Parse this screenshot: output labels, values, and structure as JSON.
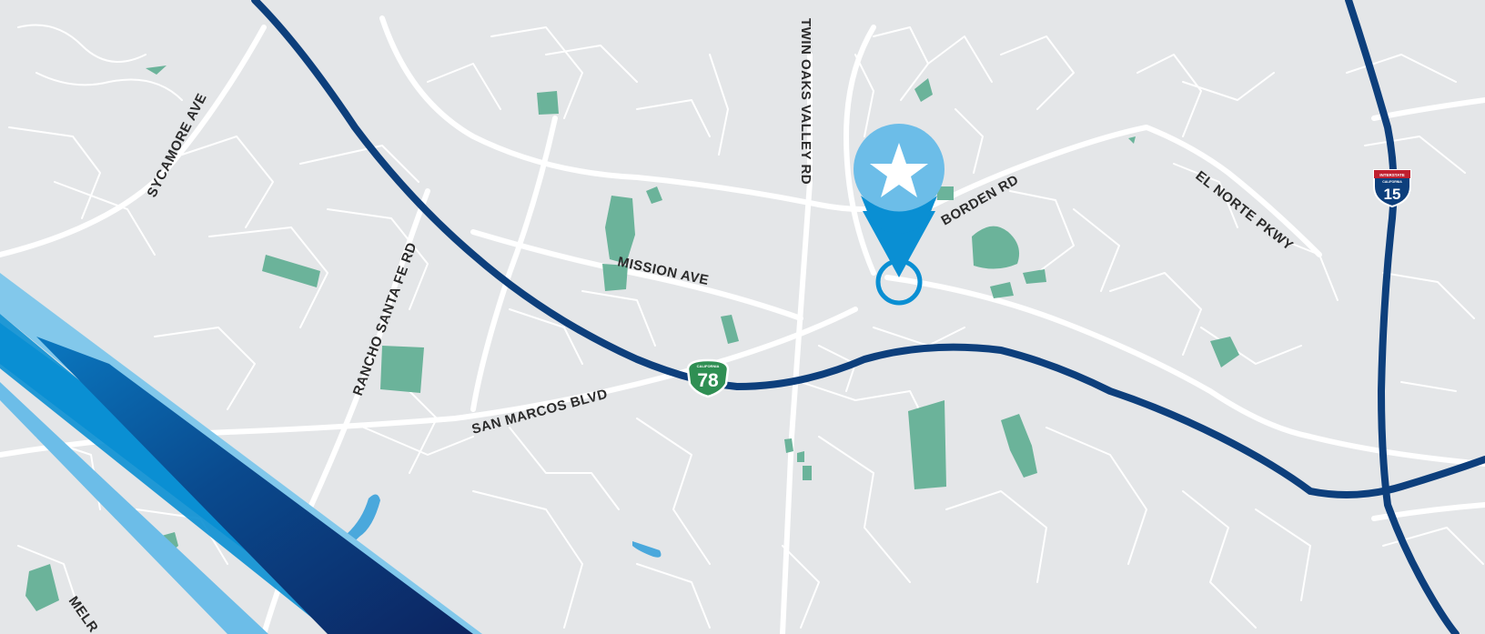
{
  "map": {
    "road_labels": {
      "sycamore": "SYCAMORE AVE",
      "rancho": "RANCHO SANTA FE RD",
      "mission": "MISSION AVE",
      "twin_oaks": "TWIN OAKS VALLEY RD",
      "borden": "BORDEN RD",
      "el_norte": "EL NORTE PKWY",
      "san_marcos": "SAN MARCOS BLVD",
      "melrose": "MELR"
    },
    "shields": {
      "ca78": {
        "top": "CALIFORNIA",
        "number": "78"
      },
      "i15": {
        "top": "INTERSTATE",
        "sub": "CALIFORNIA",
        "number": "15"
      }
    },
    "marker": {
      "icon": "star-icon"
    },
    "colors": {
      "land": "#e4e6e8",
      "street": "#ffffff",
      "freeway": "#0d3f7c",
      "park": "#6bb39a",
      "water": "#4aa8dc",
      "marker": "#0a8fd3",
      "marker_light": "#6cbde8"
    }
  }
}
